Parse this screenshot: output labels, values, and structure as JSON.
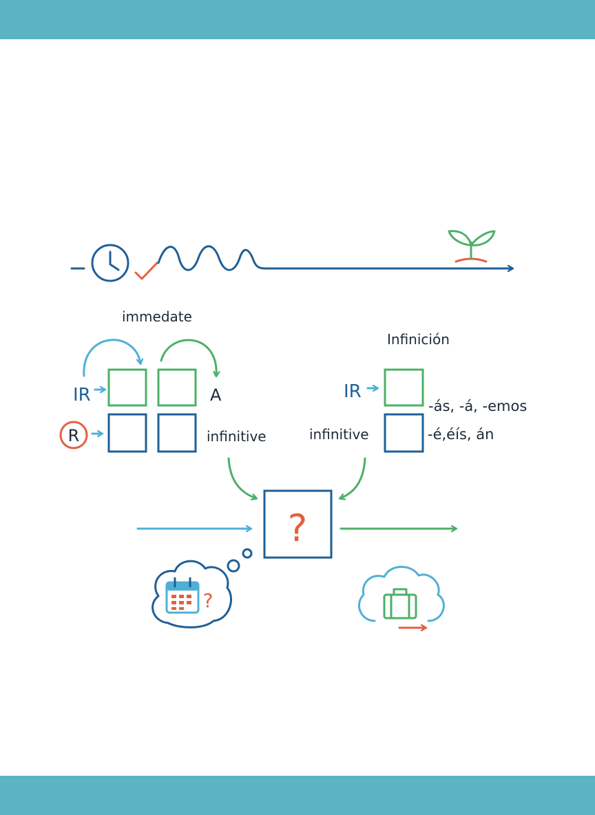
{
  "colors": {
    "band": "#5bb3c4",
    "dark_blue": "#1f5f96",
    "light_blue": "#4fb0d6",
    "green": "#4cb068",
    "orange": "#e4603f",
    "text": "#1f2a36"
  },
  "timeline": {
    "icons": [
      "clock-icon",
      "check-icon",
      "sprout-icon"
    ]
  },
  "left_group": {
    "heading": "immedate",
    "row1_prefix": "IR",
    "row1_suffix": "A",
    "row2_prefix": "R",
    "row2_suffix": "infinitive"
  },
  "right_group": {
    "heading": "Infinición",
    "row1_prefix": "IR",
    "row1_suffix": "-ás, -á, -emos",
    "row2_prefix": "infinitive",
    "row2_suffix": "-é,éís, án"
  },
  "center": {
    "symbol": "?"
  },
  "thought": {
    "icons": [
      "calendar-icon"
    ],
    "mark": "?"
  },
  "cloud": {
    "icons": [
      "cloud-icon",
      "suitcase-icon"
    ]
  }
}
